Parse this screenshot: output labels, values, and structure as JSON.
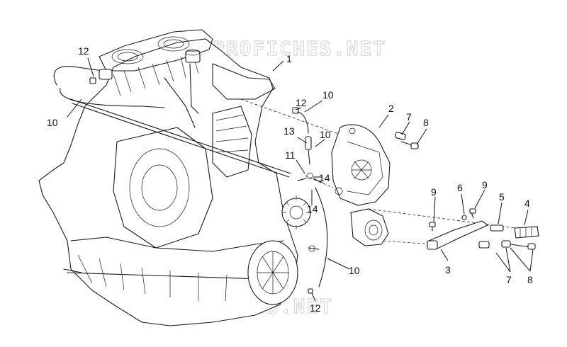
{
  "watermark": {
    "top": "PROFICHES.NET",
    "bottom": "PROFICHES.NET"
  },
  "callouts": [
    {
      "id": "c1",
      "label": "1"
    },
    {
      "id": "c2",
      "label": "2"
    },
    {
      "id": "c3",
      "label": "3"
    },
    {
      "id": "c4",
      "label": "4"
    },
    {
      "id": "c5",
      "label": "5"
    },
    {
      "id": "c6",
      "label": "6"
    },
    {
      "id": "c7a",
      "label": "7"
    },
    {
      "id": "c7b",
      "label": "7"
    },
    {
      "id": "c8a",
      "label": "8"
    },
    {
      "id": "c8b",
      "label": "8"
    },
    {
      "id": "c9a",
      "label": "9"
    },
    {
      "id": "c9b",
      "label": "9"
    },
    {
      "id": "c10a",
      "label": "10"
    },
    {
      "id": "c10b",
      "label": "10"
    },
    {
      "id": "c10c",
      "label": "10"
    },
    {
      "id": "c10d",
      "label": "10"
    },
    {
      "id": "c11",
      "label": "11"
    },
    {
      "id": "c12a",
      "label": "12"
    },
    {
      "id": "c12b",
      "label": "12"
    },
    {
      "id": "c12c",
      "label": "12"
    },
    {
      "id": "c13",
      "label": "13"
    },
    {
      "id": "c14a",
      "label": "14"
    },
    {
      "id": "c14b",
      "label": "14"
    }
  ]
}
